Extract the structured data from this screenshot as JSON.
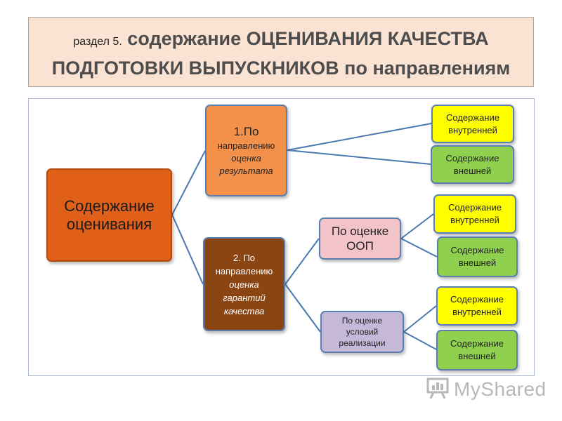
{
  "title": {
    "prefix": "раздел 5.",
    "line1": "содержание ОЦЕНИВАНИЯ   КАЧЕСТВА",
    "line2": "ПОДГОТОВКИ   ВЫПУСКНИКОВ по направлениям"
  },
  "diagram": {
    "root": {
      "line1": "Содержание",
      "line2": "оценивания"
    },
    "direction1": {
      "line1": "1.По",
      "line2": "направлению",
      "line3": "оценка",
      "line4": "результата"
    },
    "direction2": {
      "line1": "2. По",
      "line2": "направлению",
      "line3": "оценка",
      "line4": "гарантий",
      "line5": "качества"
    },
    "oop": {
      "line1": "По оценке",
      "line2": "ООП"
    },
    "conditions": {
      "line1": "По оценке",
      "line2": "условий",
      "line3": "реализации"
    },
    "leaves": [
      {
        "line1": "Содержание",
        "line2": "внутренней"
      },
      {
        "line1": "Содержание",
        "line2": "внешней"
      },
      {
        "line1": "Содержание",
        "line2": "внутренней"
      },
      {
        "line1": "Содержание",
        "line2": "внешней"
      },
      {
        "line1": "Содержание",
        "line2": "внутренней"
      },
      {
        "line1": "Содержание",
        "line2": "внешней"
      }
    ]
  },
  "watermark": {
    "text": "MyShared",
    "icon": "presentation-board-icon"
  },
  "colors": {
    "title_bg": "#fbe3d4",
    "root": "#e0601a",
    "direction1": "#f3904a",
    "direction2": "#8b4513",
    "oop": "#f2c4ca",
    "conditions": "#c6b8d8",
    "leaf_internal": "#ffff00",
    "leaf_external": "#8fd14f",
    "connector": "#4a78b0"
  }
}
